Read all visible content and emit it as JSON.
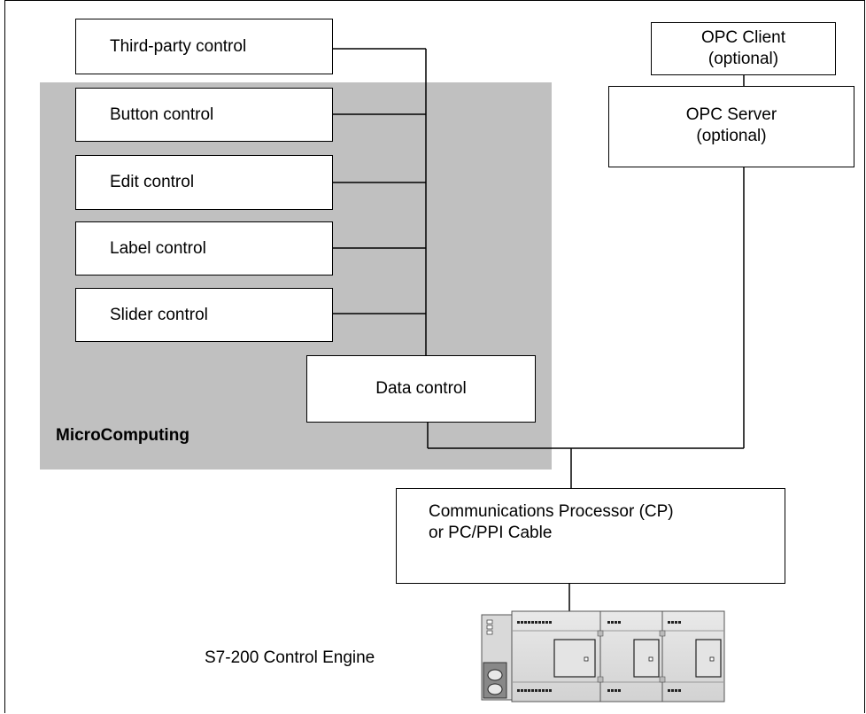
{
  "diagram": {
    "third_party_control": "Third-party control",
    "button_control": "Button control",
    "edit_control": "Edit control",
    "label_control": "Label control",
    "slider_control": "Slider control",
    "data_control": "Data control",
    "group_label": "MicroComputing",
    "opc_client": {
      "line1": "OPC Client",
      "line2": "(optional)"
    },
    "opc_server": {
      "line1": "OPC Server",
      "line2": "(optional)"
    },
    "cp": {
      "line1": "Communications Processor (CP)",
      "line2": "or PC/PPI Cable"
    },
    "plc_label": "S7-200 Control Engine"
  }
}
